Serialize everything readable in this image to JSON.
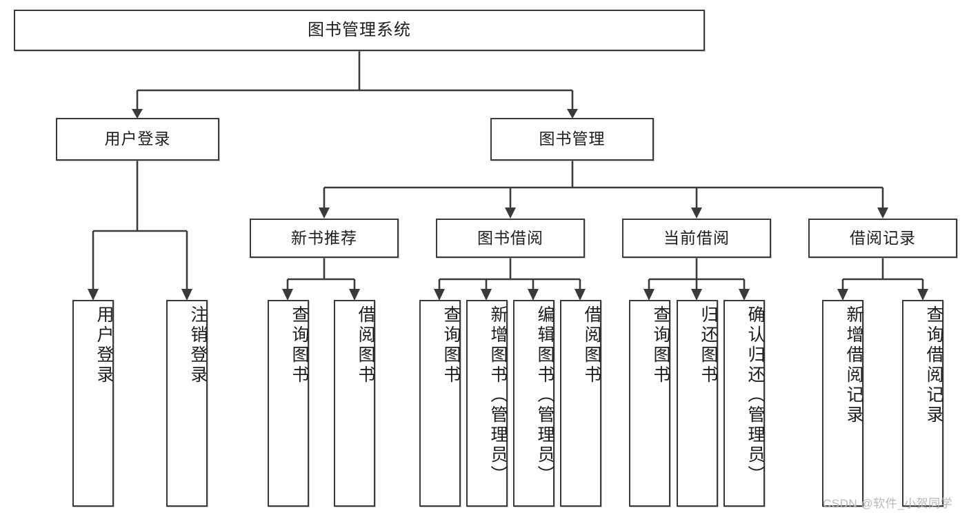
{
  "diagram": {
    "type": "tree",
    "title": "图书管理系统",
    "root": {
      "label": "图书管理系统"
    },
    "level2": [
      {
        "label": "用户登录"
      },
      {
        "label": "图书管理"
      }
    ],
    "level3": [
      {
        "label": "新书推荐"
      },
      {
        "label": "图书借阅"
      },
      {
        "label": "当前借阅"
      },
      {
        "label": "借阅记录"
      }
    ],
    "leaves": {
      "user_login": [
        {
          "label": "用户登录"
        },
        {
          "label": "注销登录"
        }
      ],
      "new_book_recommend": [
        {
          "label": "查询图书"
        },
        {
          "label": "借阅图书"
        }
      ],
      "book_borrow": [
        {
          "label": "查询图书"
        },
        {
          "label": "新增图书（管理员）"
        },
        {
          "label": "编辑图书（管理员）"
        },
        {
          "label": "借阅图书"
        }
      ],
      "current_borrow": [
        {
          "label": "查询图书"
        },
        {
          "label": "归还图书"
        },
        {
          "label": "确认归还（管理员）"
        }
      ],
      "borrow_record": [
        {
          "label": "新增借阅记录"
        },
        {
          "label": "查询借阅记录"
        }
      ]
    }
  },
  "watermark": {
    "text": "CSDN @软件_小贺同学"
  },
  "colors": {
    "box_border": "#3a3a3a",
    "box_fill": "#ffffff",
    "text": "#1c1c1c",
    "watermark": "#b9b9b9",
    "background": "#ffffff"
  }
}
